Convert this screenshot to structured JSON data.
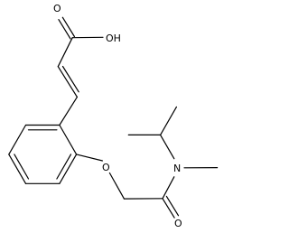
{
  "molecule": {
    "atoms": {
      "hydroxyl": "OH",
      "carbonyl_oxygen_acid": "O",
      "ether_oxygen": "O",
      "amide_nitrogen": "N",
      "carbonyl_oxygen_amide": "O"
    },
    "colors": {
      "bond": "#000000",
      "label": "#000000",
      "background": "#ffffff"
    }
  }
}
